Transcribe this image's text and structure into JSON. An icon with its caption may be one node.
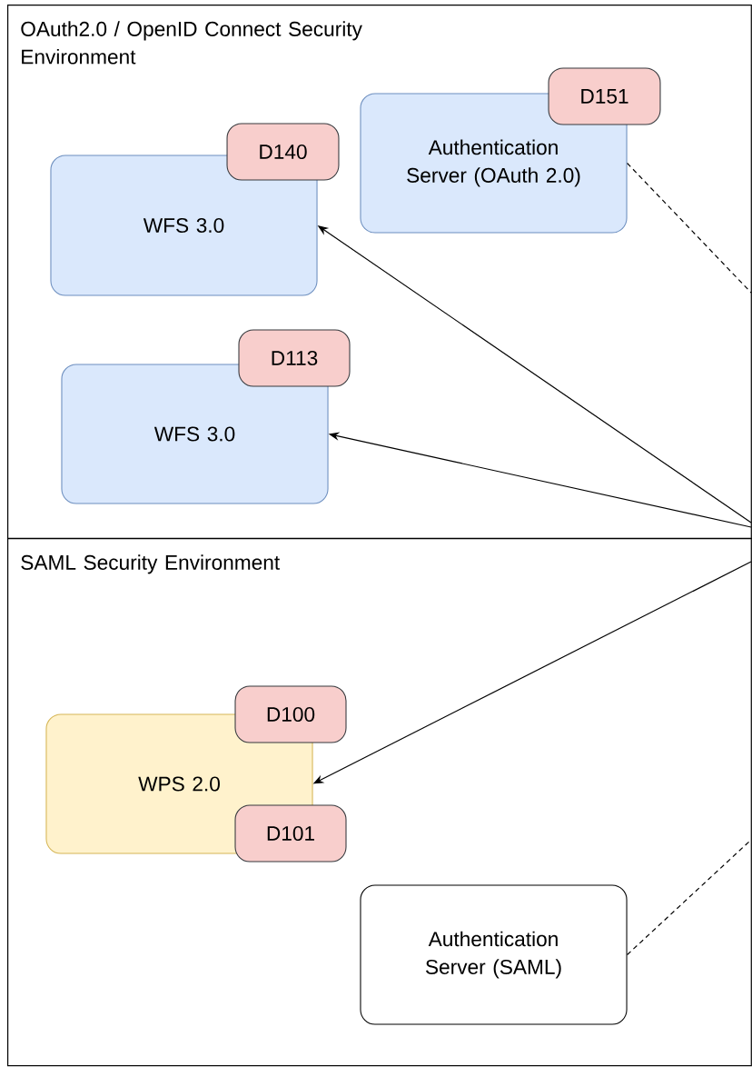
{
  "diagram": {
    "nodes": [
      {
        "text": [
          "OAuth2.0 / OpenID Connect Security Environment"
        ]
      },
      {
        "text": [
          "Authentication Server (OAuth 2.0)"
        ],
        "in": 0
      },
      {
        "text": [
          "D151"
        ],
        "in": 0
      },
      {
        "text": [
          "WFS 3.0"
        ],
        "in": 0
      },
      {
        "text": [
          "D140"
        ],
        "in": 0
      },
      {
        "text": [
          "WFS 3.0"
        ],
        "in": 0
      },
      {
        "text": [
          "D113"
        ],
        "in": 0
      },
      {
        "text": [
          "SAML Security Environment"
        ]
      },
      {
        "text": [
          "WPS 2.0"
        ],
        "in": 7
      },
      {
        "text": [
          "D100"
        ],
        "in": 7
      },
      {
        "text": [
          "D101"
        ],
        "in": 7
      },
      {
        "text": [
          "Authentication Server (SAML)"
        ],
        "in": 7
      }
    ],
    "edges": [
      {
        "from": null,
        "to": 3,
        "arrow": "to"
      },
      {
        "from": null,
        "to": 5,
        "arrow": "to"
      },
      {
        "from": null,
        "to": 8,
        "arrow": "to"
      },
      {
        "from": 1,
        "to": null,
        "arrow": "none",
        "style": "dashed"
      },
      {
        "from": 11,
        "to": null,
        "arrow": "none",
        "style": "dashed"
      }
    ]
  }
}
